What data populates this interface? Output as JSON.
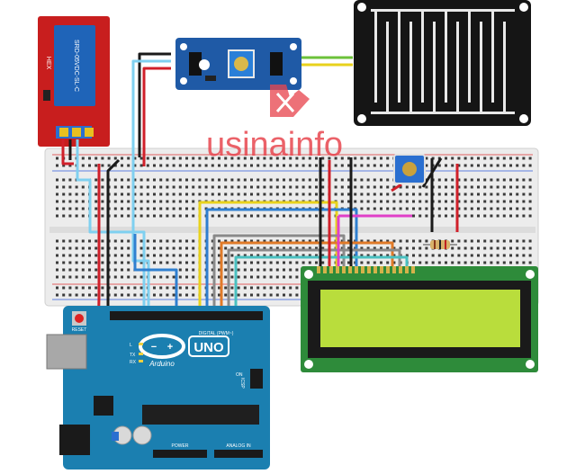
{
  "watermark": {
    "text": "usinainfo",
    "color": "#e8474f"
  },
  "relay_module": {
    "brand": "HEX",
    "side_text": "SRD-05VDC-SL-C",
    "relay_color": "#1f64b8",
    "board_color": "#c81e1e"
  },
  "sensor_module": {
    "board_color": "#1f5aa6"
  },
  "rain_plate": {
    "plate_color": "#151515",
    "trace_color": "#e8e8e8"
  },
  "arduino": {
    "board_name": "UNO",
    "brand": "Arduino",
    "reset_label": "RESET",
    "digital_label": "DIGITAL (PWM~)",
    "analog_label": "ANALOG IN",
    "power_label": "POWER",
    "icsp_label": "ICSP",
    "tx_label": "TX",
    "rx_label": "RX",
    "l_label": "L",
    "on_label": "ON",
    "board_color": "#1b7fb0"
  },
  "lcd": {
    "board_color": "#2e8b3a",
    "screen_color": "#b9dd3c"
  },
  "wire_colors": {
    "red": "#d0202a",
    "black": "#1a1a1a",
    "light_blue": "#7fd0f0",
    "blue": "#2f7fd0",
    "yellow": "#e8d21c",
    "orange": "#e07a28",
    "gray": "#8a8a8a",
    "magenta": "#e040c8",
    "green": "#6cc23a",
    "teal": "#4ac0c0"
  }
}
